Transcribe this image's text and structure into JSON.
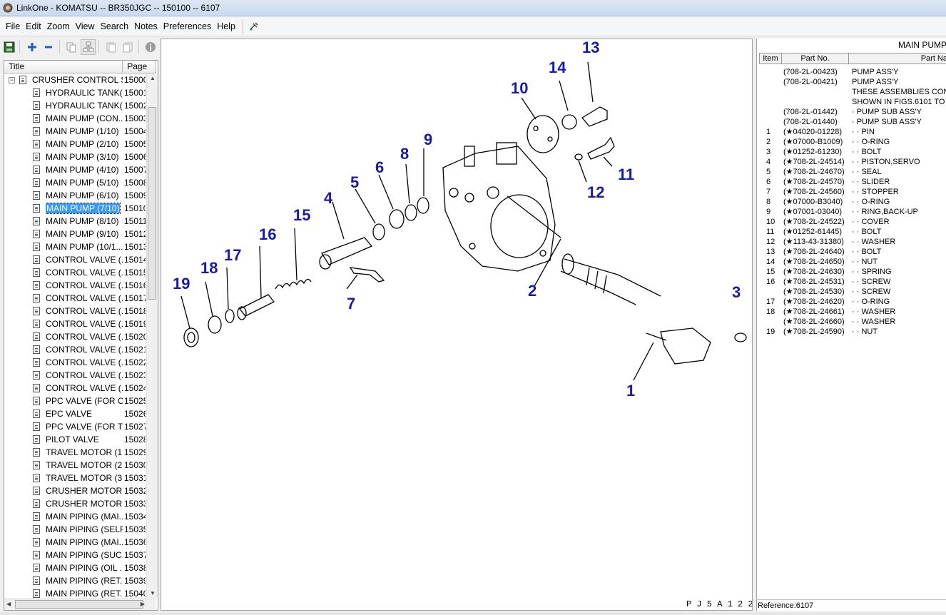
{
  "window": {
    "title": "LinkOne - KOMATSU -- BR350JGC -- 150100 -- 6107"
  },
  "menu": [
    "File",
    "Edit",
    "Zoom",
    "View",
    "Search",
    "Notes",
    "Preferences",
    "Help"
  ],
  "toolbar": {
    "icons": [
      "save-icon",
      "zoom-in-icon",
      "zoom-out-icon",
      "copy-icon",
      "tree-icon",
      "prev-page-icon",
      "next-page-icon",
      "info-icon"
    ]
  },
  "tree": {
    "columns": {
      "title": "Title",
      "page": "Page"
    },
    "root": {
      "title": "CRUSHER CONTROL S...",
      "page": "15000"
    },
    "items": [
      {
        "title": "HYDRAULIC TANK(...",
        "page": "15001"
      },
      {
        "title": "HYDRAULIC TANK(...",
        "page": "15002"
      },
      {
        "title": "MAIN PUMP (CON...",
        "page": "15003"
      },
      {
        "title": "MAIN PUMP (1/10)",
        "page": "15004"
      },
      {
        "title": "MAIN PUMP (2/10)",
        "page": "15005"
      },
      {
        "title": "MAIN PUMP (3/10)",
        "page": "15006"
      },
      {
        "title": "MAIN PUMP (4/10)",
        "page": "15007"
      },
      {
        "title": "MAIN PUMP (5/10)",
        "page": "15008"
      },
      {
        "title": "MAIN PUMP (6/10)",
        "page": "15009"
      },
      {
        "title": "MAIN PUMP (7/10)",
        "page": "15010"
      },
      {
        "title": "MAIN PUMP (8/10)",
        "page": "15011"
      },
      {
        "title": "MAIN PUMP (9/10)",
        "page": "15012"
      },
      {
        "title": "MAIN PUMP (10/1...",
        "page": "15013"
      },
      {
        "title": "CONTROL VALVE (...",
        "page": "15014"
      },
      {
        "title": "CONTROL VALVE (...",
        "page": "15015"
      },
      {
        "title": "CONTROL VALVE (...",
        "page": "15016"
      },
      {
        "title": "CONTROL VALVE (...",
        "page": "15017"
      },
      {
        "title": "CONTROL VALVE (...",
        "page": "15018"
      },
      {
        "title": "CONTROL VALVE (...",
        "page": "15019"
      },
      {
        "title": "CONTROL VALVE (...",
        "page": "15020"
      },
      {
        "title": "CONTROL VALVE (...",
        "page": "15021"
      },
      {
        "title": "CONTROL VALVE (...",
        "page": "15022"
      },
      {
        "title": "CONTROL VALVE (...",
        "page": "15023"
      },
      {
        "title": "CONTROL VALVE (...",
        "page": "15024"
      },
      {
        "title": "PPC VALVE (FOR C...",
        "page": "15025"
      },
      {
        "title": "EPC VALVE",
        "page": "15026"
      },
      {
        "title": "PPC VALVE (FOR T...",
        "page": "15027"
      },
      {
        "title": "PILOT VALVE",
        "page": "15028"
      },
      {
        "title": "TRAVEL MOTOR (1...",
        "page": "15029"
      },
      {
        "title": "TRAVEL MOTOR (2...",
        "page": "15030"
      },
      {
        "title": "TRAVEL MOTOR (3...",
        "page": "15031"
      },
      {
        "title": "CRUSHER MOTOR ...",
        "page": "15032"
      },
      {
        "title": "CRUSHER MOTOR ...",
        "page": "15033"
      },
      {
        "title": "MAIN PIPING (MAI...",
        "page": "15034"
      },
      {
        "title": "MAIN PIPING (SELF...",
        "page": "15035"
      },
      {
        "title": "MAIN PIPING (MAI...",
        "page": "15036"
      },
      {
        "title": "MAIN PIPING (SUC...",
        "page": "15037"
      },
      {
        "title": "MAIN PIPING (OIL ...",
        "page": "15038"
      },
      {
        "title": "MAIN PIPING (RET...",
        "page": "15039"
      },
      {
        "title": "MAIN PIPING (RET...",
        "page": "15040"
      }
    ],
    "selected_index": 9
  },
  "drawing": {
    "callouts": [
      "1",
      "2",
      "3",
      "4",
      "5",
      "6",
      "7",
      "8",
      "9",
      "10",
      "11",
      "12",
      "13",
      "14",
      "15",
      "16",
      "17",
      "18",
      "19"
    ],
    "figure_code": "P J 5 A 1 2 2",
    "callout_color": "#1a1aa6"
  },
  "parts_panel": {
    "title": "MAIN PUMP",
    "columns": {
      "item": "Item",
      "part_no": "Part No.",
      "part_name": "Part Na"
    },
    "rows": [
      {
        "item": "",
        "part_no": "(708-2L-00423)",
        "desc": "PUMP ASS'Y"
      },
      {
        "item": "",
        "part_no": "(708-2L-00421)",
        "desc": "PUMP ASS'Y"
      },
      {
        "item": "",
        "part_no": "",
        "desc": "THESE ASSEMBLIES CON"
      },
      {
        "item": "",
        "part_no": "",
        "desc": "SHOWN IN FIGS.6101 TO"
      },
      {
        "item": "",
        "part_no": "(708-2L-01442)",
        "desc": "· PUMP SUB ASS'Y"
      },
      {
        "item": "",
        "part_no": "(708-2L-01440)",
        "desc": "· PUMP SUB ASS'Y"
      },
      {
        "item": "1",
        "part_no": "(★04020-01228)",
        "desc": "· · PIN"
      },
      {
        "item": "2",
        "part_no": "(★07000-B1009)",
        "desc": "· · O-RING"
      },
      {
        "item": "3",
        "part_no": "(★01252-61230)",
        "desc": "· · BOLT"
      },
      {
        "item": "4",
        "part_no": "(★708-2L-24514)",
        "desc": "· · PISTON,SERVO"
      },
      {
        "item": "5",
        "part_no": "(★708-2L-24670)",
        "desc": "· · SEAL"
      },
      {
        "item": "6",
        "part_no": "(★708-2L-24570)",
        "desc": "· · SLIDER"
      },
      {
        "item": "7",
        "part_no": "(★708-2L-24560)",
        "desc": "· · STOPPER"
      },
      {
        "item": "8",
        "part_no": "(★07000-B3040)",
        "desc": "· · O-RING"
      },
      {
        "item": "9",
        "part_no": "(★07001-03040)",
        "desc": "· · RING,BACK-UP"
      },
      {
        "item": "10",
        "part_no": "(★708-2L-24522)",
        "desc": "· · COVER"
      },
      {
        "item": "11",
        "part_no": "(★01252-61445)",
        "desc": "· · BOLT"
      },
      {
        "item": "12",
        "part_no": "(★113-43-31380)",
        "desc": "· · WASHER"
      },
      {
        "item": "13",
        "part_no": "(★708-2L-24640)",
        "desc": "· · BOLT"
      },
      {
        "item": "14",
        "part_no": "(★708-2L-24650)",
        "desc": "· · NUT"
      },
      {
        "item": "15",
        "part_no": "(★708-2L-24630)",
        "desc": "· · SPRING"
      },
      {
        "item": "16",
        "part_no": "(★708-2L-24531)",
        "desc": "· · SCREW"
      },
      {
        "item": "",
        "part_no": "(★708-2L-24530)",
        "desc": "· · SCREW"
      },
      {
        "item": "17",
        "part_no": "(★708-2L-24620)",
        "desc": "· · O-RING"
      },
      {
        "item": "18",
        "part_no": "(★708-2L-24661)",
        "desc": "· · WASHER"
      },
      {
        "item": "",
        "part_no": "(★708-2L-24660)",
        "desc": "· · WASHER"
      },
      {
        "item": "19",
        "part_no": "(★708-2L-24590)",
        "desc": "· · NUT"
      }
    ],
    "reference": "Reference:6107"
  }
}
